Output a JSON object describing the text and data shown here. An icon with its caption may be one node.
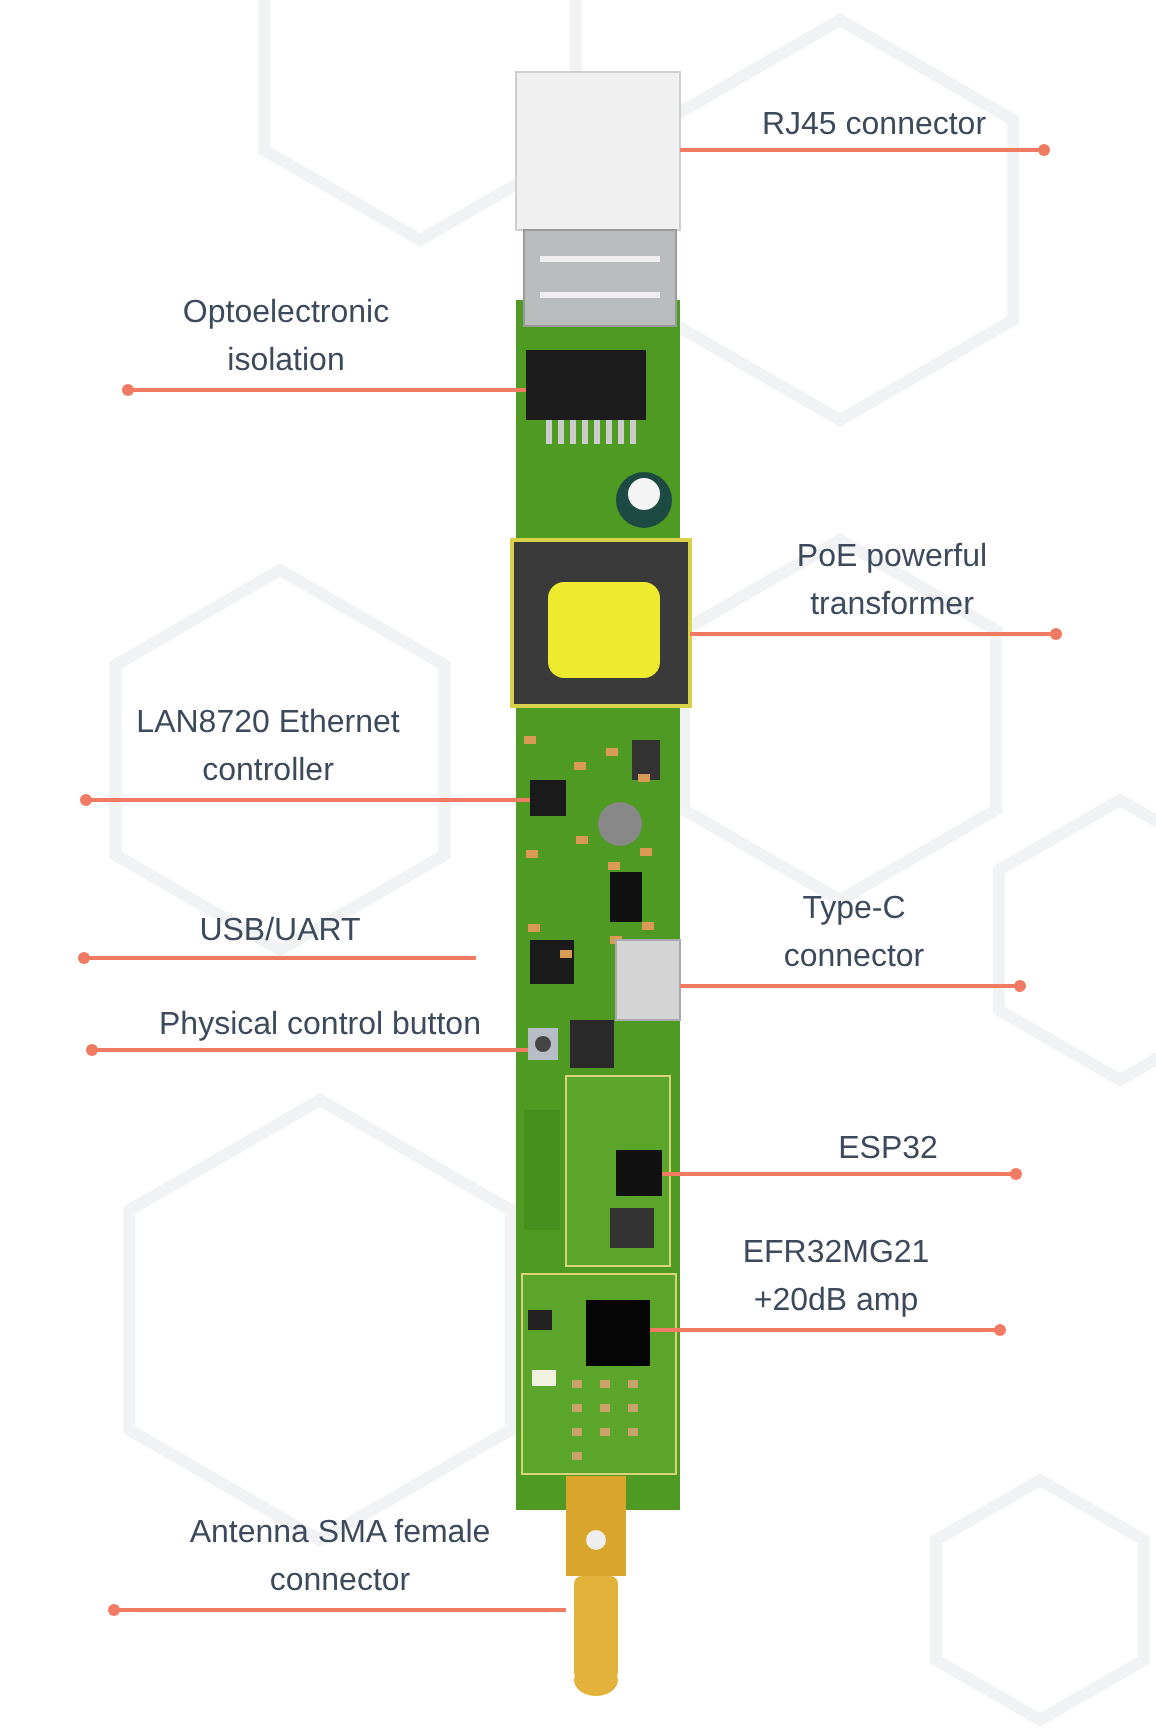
{
  "diagram": {
    "nodes": [
      {
        "text": [
          "RJ45 connector"
        ]
      },
      {
        "text": [
          "Optoelectronic isolation"
        ]
      },
      {
        "text": [
          "PoE powerful transformer"
        ]
      },
      {
        "text": [
          "LAN8720 Ethernet controller"
        ]
      },
      {
        "text": [
          "Type-C connector"
        ]
      },
      {
        "text": [
          "USB/UART"
        ]
      },
      {
        "text": [
          "Physical control button"
        ]
      },
      {
        "text": [
          "ESP32"
        ]
      },
      {
        "text": [
          "EFR32MG21 +20dB amp"
        ]
      },
      {
        "text": [
          "Antenna SMA female connector"
        ]
      },
      {
        "text": [],
        "shape": "box"
      },
      {
        "text": [],
        "shape": "box"
      },
      {
        "text": [],
        "shape": "box"
      },
      {
        "text": [],
        "shape": "box"
      },
      {
        "text": [],
        "shape": "box"
      },
      {
        "text": [],
        "shape": "box"
      },
      {
        "text": [],
        "shape": "box"
      },
      {
        "text": [],
        "shape": "box"
      },
      {
        "text": [],
        "shape": "box"
      }
    ],
    "edges": [
      {
        "from": 0,
        "to": 10,
        "arrow": "other"
      },
      {
        "from": 1,
        "to": 11,
        "arrow": "other"
      },
      {
        "from": 2,
        "to": 12,
        "arrow": "other"
      },
      {
        "from": 3,
        "to": 13,
        "arrow": "other"
      },
      {
        "from": 4,
        "to": 14,
        "arrow": "other"
      },
      {
        "from": 5,
        "to": null,
        "arrow": "other"
      },
      {
        "from": 6,
        "to": 15,
        "arrow": "other"
      },
      {
        "from": 7,
        "to": 16,
        "arrow": "other"
      },
      {
        "from": 8,
        "to": 17,
        "arrow": "other"
      },
      {
        "from": 9,
        "to": 18,
        "arrow": "other"
      }
    ]
  }
}
